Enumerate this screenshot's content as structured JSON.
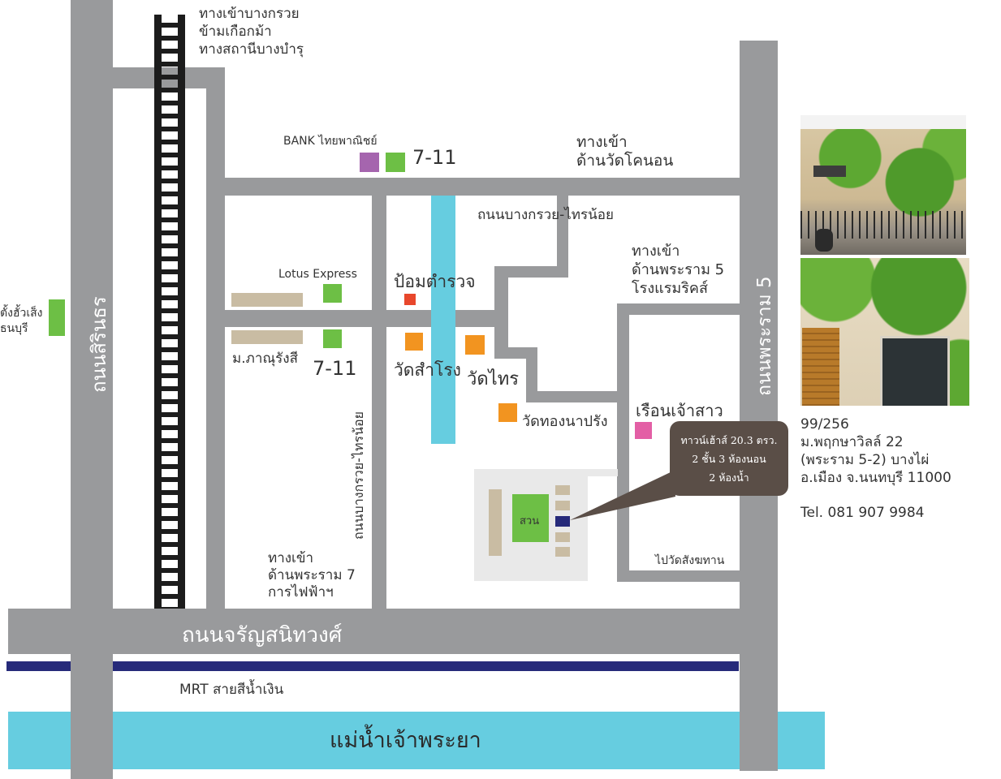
{
  "roads": {
    "sirinthorn": "ถนนสิรินธร",
    "bangkruai_sainoi_top": "ถนนบางกรวย-ไทรน้อย",
    "bangkruai_sainoi_vertical": "ถนนบางกรวย-ไทรน้อย",
    "rama5": "ถนนพระราม 5",
    "charan": "ถนนจรัญสนิทวงศ์"
  },
  "entrances": {
    "bang_kruai": [
      "ทางเข้าบางกรวย",
      "ข้ามเกือกม้า",
      "ทางสถานีบางบำรุ"
    ],
    "wat_khanon": [
      "ทางเข้า",
      "ด้านวัดโคนอน"
    ],
    "rama5": [
      "ทางเข้า",
      "ด้านพระราม 5",
      "โรงแรมริคส์"
    ],
    "rama7": [
      "ทางเข้า",
      "ด้านพระราม 7",
      "การไฟฟ้าฯ"
    ],
    "sangkhathan": "ไปวัดสังฆทาน"
  },
  "landmarks": {
    "bank": "BANK ไทยพาณิชย์",
    "seven_eleven_top": "7-11",
    "lotus": "Lotus Express",
    "police": "ป้อมตำรวจ",
    "phanrungsi": "ม.ภาณุรังสี",
    "seven_eleven_mid": "7-11",
    "wat_samrong": "วัดสำโรง",
    "wat_sai": "วัดไทร",
    "wat_thong": "วัดทองนาปรัง",
    "bride_house": "เรือนเจ้าสาว",
    "tang_hua_seng": [
      "ตั้งฮั้วเส็ง",
      "ธนบุรี"
    ],
    "garden": "สวน"
  },
  "callout": [
    "ทาวน์เฮ้าส์ 20.3 ตรว.",
    "2 ชั้น 3 ห้องนอน",
    "2 ห้องน้ำ"
  ],
  "transit": {
    "mrt": "MRT สายสีน้ำเงิน",
    "river": "แม่น้ำเจ้าพระยา"
  },
  "address": {
    "lines": [
      "99/256",
      "ม.พฤกษาวิลล์ 22",
      "(พระราม 5-2) บางไผ่",
      "อ.เมือง จ.นนทบุรี  11000"
    ],
    "tel": "Tel. 081 907 9984"
  },
  "colors": {
    "road": "#999a9c",
    "canal": "#66cde0",
    "river": "#66cde0",
    "mrt": "#262a7a",
    "green_store": "#6dbf45",
    "purple_bank": "#a565ae",
    "orange_temple": "#f29420",
    "pink_bride": "#e35fa5",
    "police_red": "#e8472c",
    "building_tan": "#c9bca3",
    "callout_bg": "#5a4e47",
    "home_marker": "#262a7a"
  }
}
